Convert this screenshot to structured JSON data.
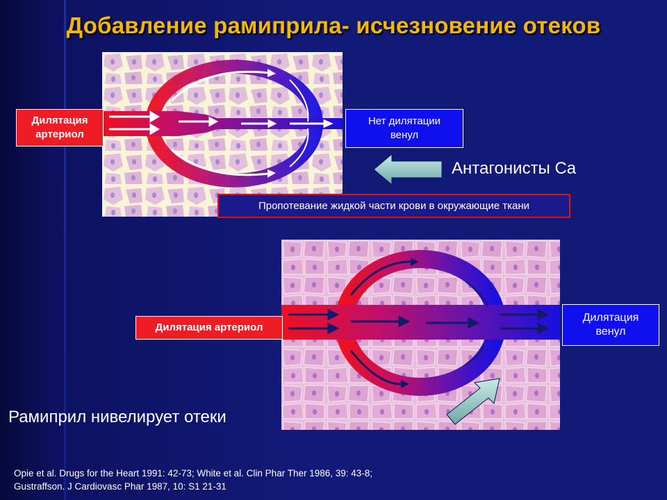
{
  "title": "Добавление рамиприла- исчезновение отеков",
  "top_diagram": {
    "left_label_line1": "Дилятация",
    "left_label_line2": "артериол",
    "right_label_line1": "Нет дилятации",
    "right_label_line2": "венул",
    "leak_note": "Пропотевание жидкой части крови в окружающие ткани",
    "arrow_caption": "Антагонисты Ca"
  },
  "bottom_diagram": {
    "left_label": "Дилятация артериол",
    "right_label_line1": "Дилятация",
    "right_label_line2": "венул",
    "conclusion": "Рамиприл нивелирует отеки"
  },
  "reference_line1": "Opie et al. Drugs for the Heart 1991: 42-73; White et al. Clin Phar Ther 1986, 39: 43-8;",
  "reference_line2": "Gustraffson. J Cardiovasc Phar 1987, 10: S1 21-31",
  "colors": {
    "title": "#f5b800",
    "background": "#121a78",
    "arteriole_red": "#ee1c25",
    "venule_blue": "#1010ee",
    "tissue_cream": "#f8f4d8",
    "tissue_pink": "#e8b8dc"
  }
}
